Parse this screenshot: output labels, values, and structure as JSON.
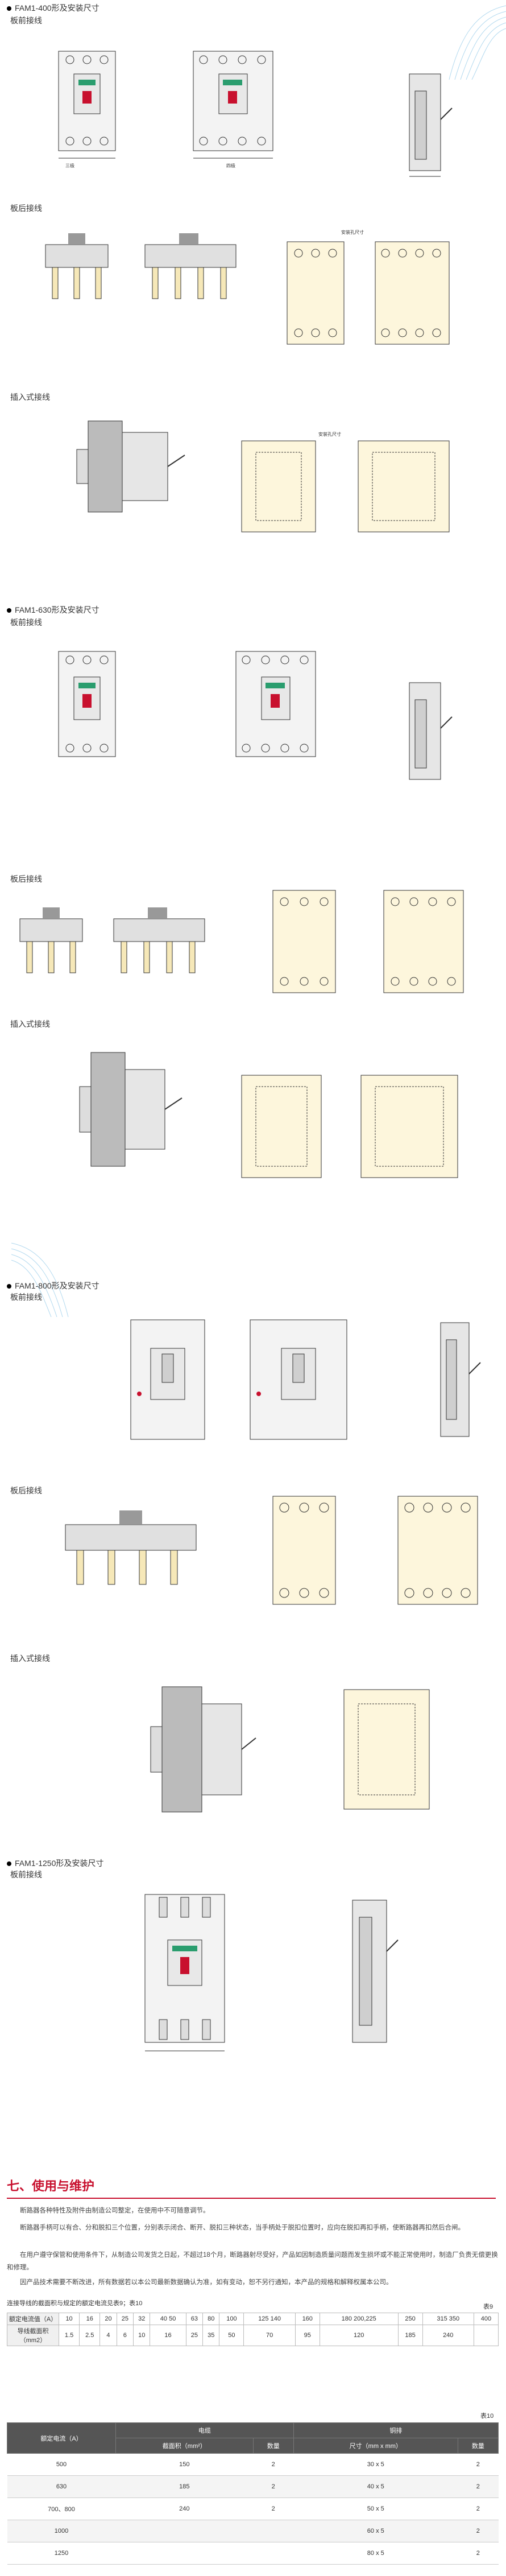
{
  "sections": {
    "s400": {
      "title": "FAM1-400形及安装尺寸",
      "front": "板前接线",
      "back": "板后接线",
      "plug": "插入式接线"
    },
    "s630": {
      "title": "FAM1-630形及安装尺寸",
      "front": "板前接线",
      "back": "板后接线",
      "plug": "插入式接线"
    },
    "s800": {
      "title": "FAM1-800形及安装尺寸",
      "front": "板前接线",
      "back": "板后接线",
      "plug": "插入式接线"
    },
    "s1250": {
      "title": "FAM1-1250形及安装尺寸",
      "front": "板前接线"
    }
  },
  "drawing_labels": {
    "three_pole": "三极",
    "four_pole": "四极",
    "mount_hole": "安装孔尺寸",
    "panel_hole": "面板开孔尺寸"
  },
  "usage": {
    "heading": "七、使用与维护",
    "p1": "断路器各种特性及附件由制造公司整定，在使用中不可随意调节。",
    "p2": "断路器手柄可以有合、分和脱扣三个位置，分别表示闭合、断开、脱扣三种状态，当手柄处于脱扣位置时，应向在脱扣再扣手柄，使断路器再扣然后合闸。",
    "p3": "在用户遵守保管和使用条件下，从制造公司发货之日起，不超过18个月，断路器射尽受好，产品如因制造质量问题而发生损坏或不能正常使用时，制造厂负责无偿更换和修理。",
    "p4": "因产品技术需要不断改进，所有数据若以本公司最新数据确认为准，如有变动，恕不另行通知，本产品的规格和解释权属本公司。"
  },
  "table9": {
    "caption": "连接导线的截面积与规定的额定电流见表9；表10",
    "label": "表9",
    "row1_head": "额定电流值（A）",
    "row2_head": "导线截面积（mm2）",
    "currents": [
      "10",
      "16",
      "20",
      "25",
      "32",
      "40 50",
      "63",
      "80",
      "100",
      "125 140",
      "160",
      "180 200,225",
      "250",
      "315 350",
      "400"
    ],
    "areas": [
      "1.5",
      "2.5",
      "4",
      "6",
      "10",
      "16",
      "25",
      "35",
      "50",
      "70",
      "95",
      "120",
      "185",
      "240",
      ""
    ]
  },
  "table10": {
    "label": "表10",
    "headers": {
      "rated": "额定电流（A）",
      "cable": "电缆",
      "bar": "铜排",
      "area": "截面积（mm²）",
      "qty": "数量",
      "size": "尺寸（mm x mm）",
      "qty2": "数量"
    },
    "rows": [
      {
        "rated": "500",
        "area": "150",
        "qty": "2",
        "size": "30 x 5",
        "qty2": "2"
      },
      {
        "rated": "630",
        "area": "185",
        "qty": "2",
        "size": "40 x 5",
        "qty2": "2"
      },
      {
        "rated": "700、800",
        "area": "240",
        "qty": "2",
        "size": "50 x 5",
        "qty2": "2"
      },
      {
        "rated": "1000",
        "area": "",
        "qty": "",
        "size": "60 x 5",
        "qty2": "2"
      },
      {
        "rated": "1250",
        "area": "",
        "qty": "",
        "size": "80 x 5",
        "qty2": "2"
      }
    ]
  }
}
